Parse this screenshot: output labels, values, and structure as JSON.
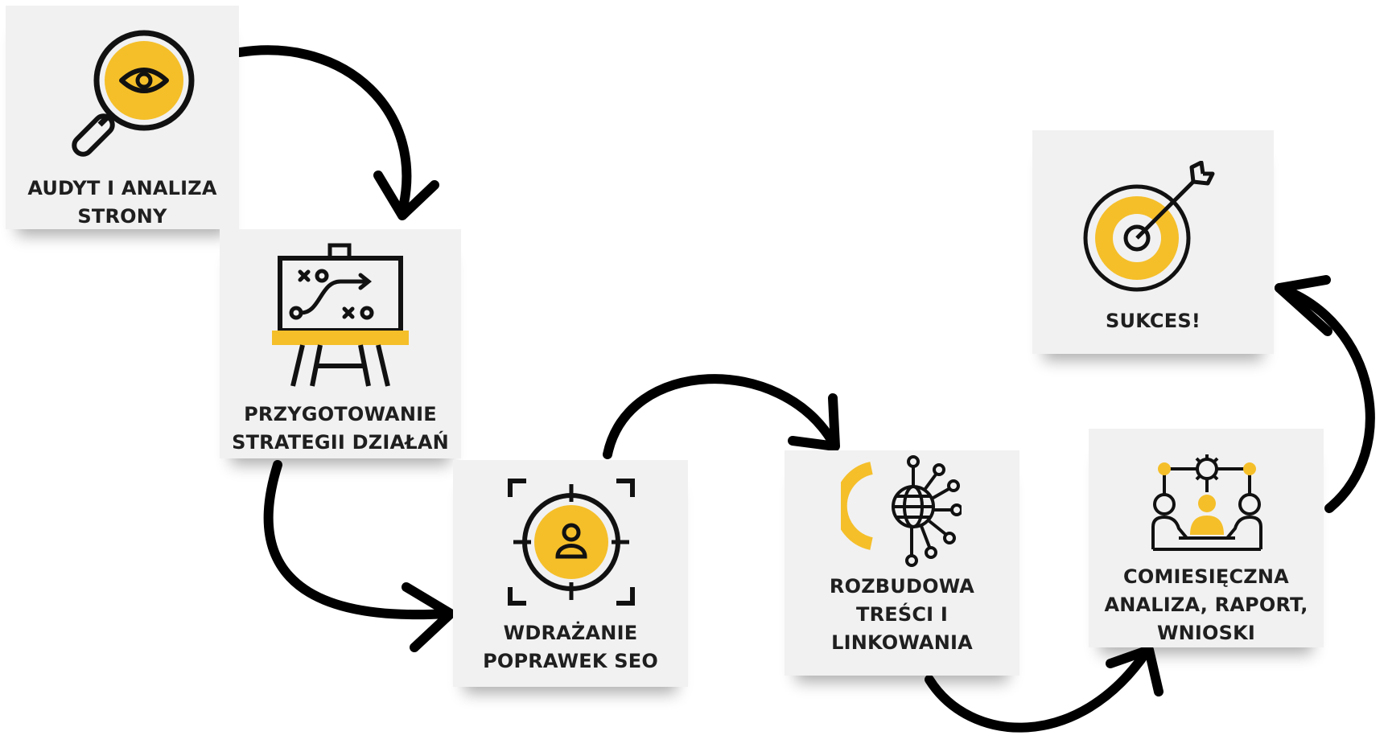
{
  "colors": {
    "accent": "#f5bf2a",
    "ink": "#111111",
    "card_bg": "#f1f1f1",
    "text": "#1f1f1f"
  },
  "steps": [
    {
      "icon": "magnifier-eye-icon",
      "lines": [
        "AUDYT I ANALIZA",
        "STRONY"
      ]
    },
    {
      "icon": "strategy-board-icon",
      "lines": [
        "PRZYGOTOWANIE",
        "STRATEGII DZIAŁAŃ"
      ]
    },
    {
      "icon": "target-person-icon",
      "lines": [
        "WDRAŻANIE",
        "POPRAWEK SEO"
      ]
    },
    {
      "icon": "network-globe-icon",
      "lines": [
        "ROZBUDOWA",
        "TREŚCI I",
        "LINKOWANIA"
      ]
    },
    {
      "icon": "meeting-gear-icon",
      "lines": [
        "COMIESIĘCZNA",
        "ANALIZA, RAPORT,",
        "WNIOSKI"
      ]
    },
    {
      "icon": "dartboard-icon",
      "lines": [
        "SUKCES!"
      ]
    }
  ]
}
